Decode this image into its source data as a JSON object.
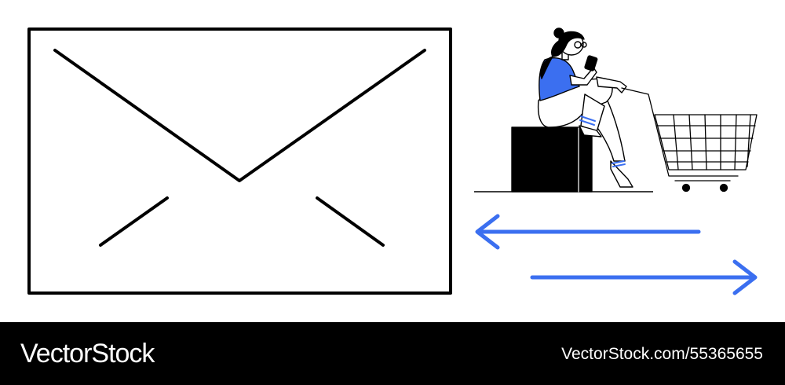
{
  "footer": {
    "brand": "VectorStock",
    "image_id": "VectorStock.com/55365655"
  },
  "illustration": {
    "elements": [
      "envelope-icon",
      "woman-with-phone",
      "shopping-cart-icon",
      "arrow-left-icon",
      "arrow-right-icon"
    ]
  },
  "colors": {
    "accent": "#3b6ff0",
    "ink": "#000000",
    "background": "#ffffff",
    "footer": "#000000"
  }
}
